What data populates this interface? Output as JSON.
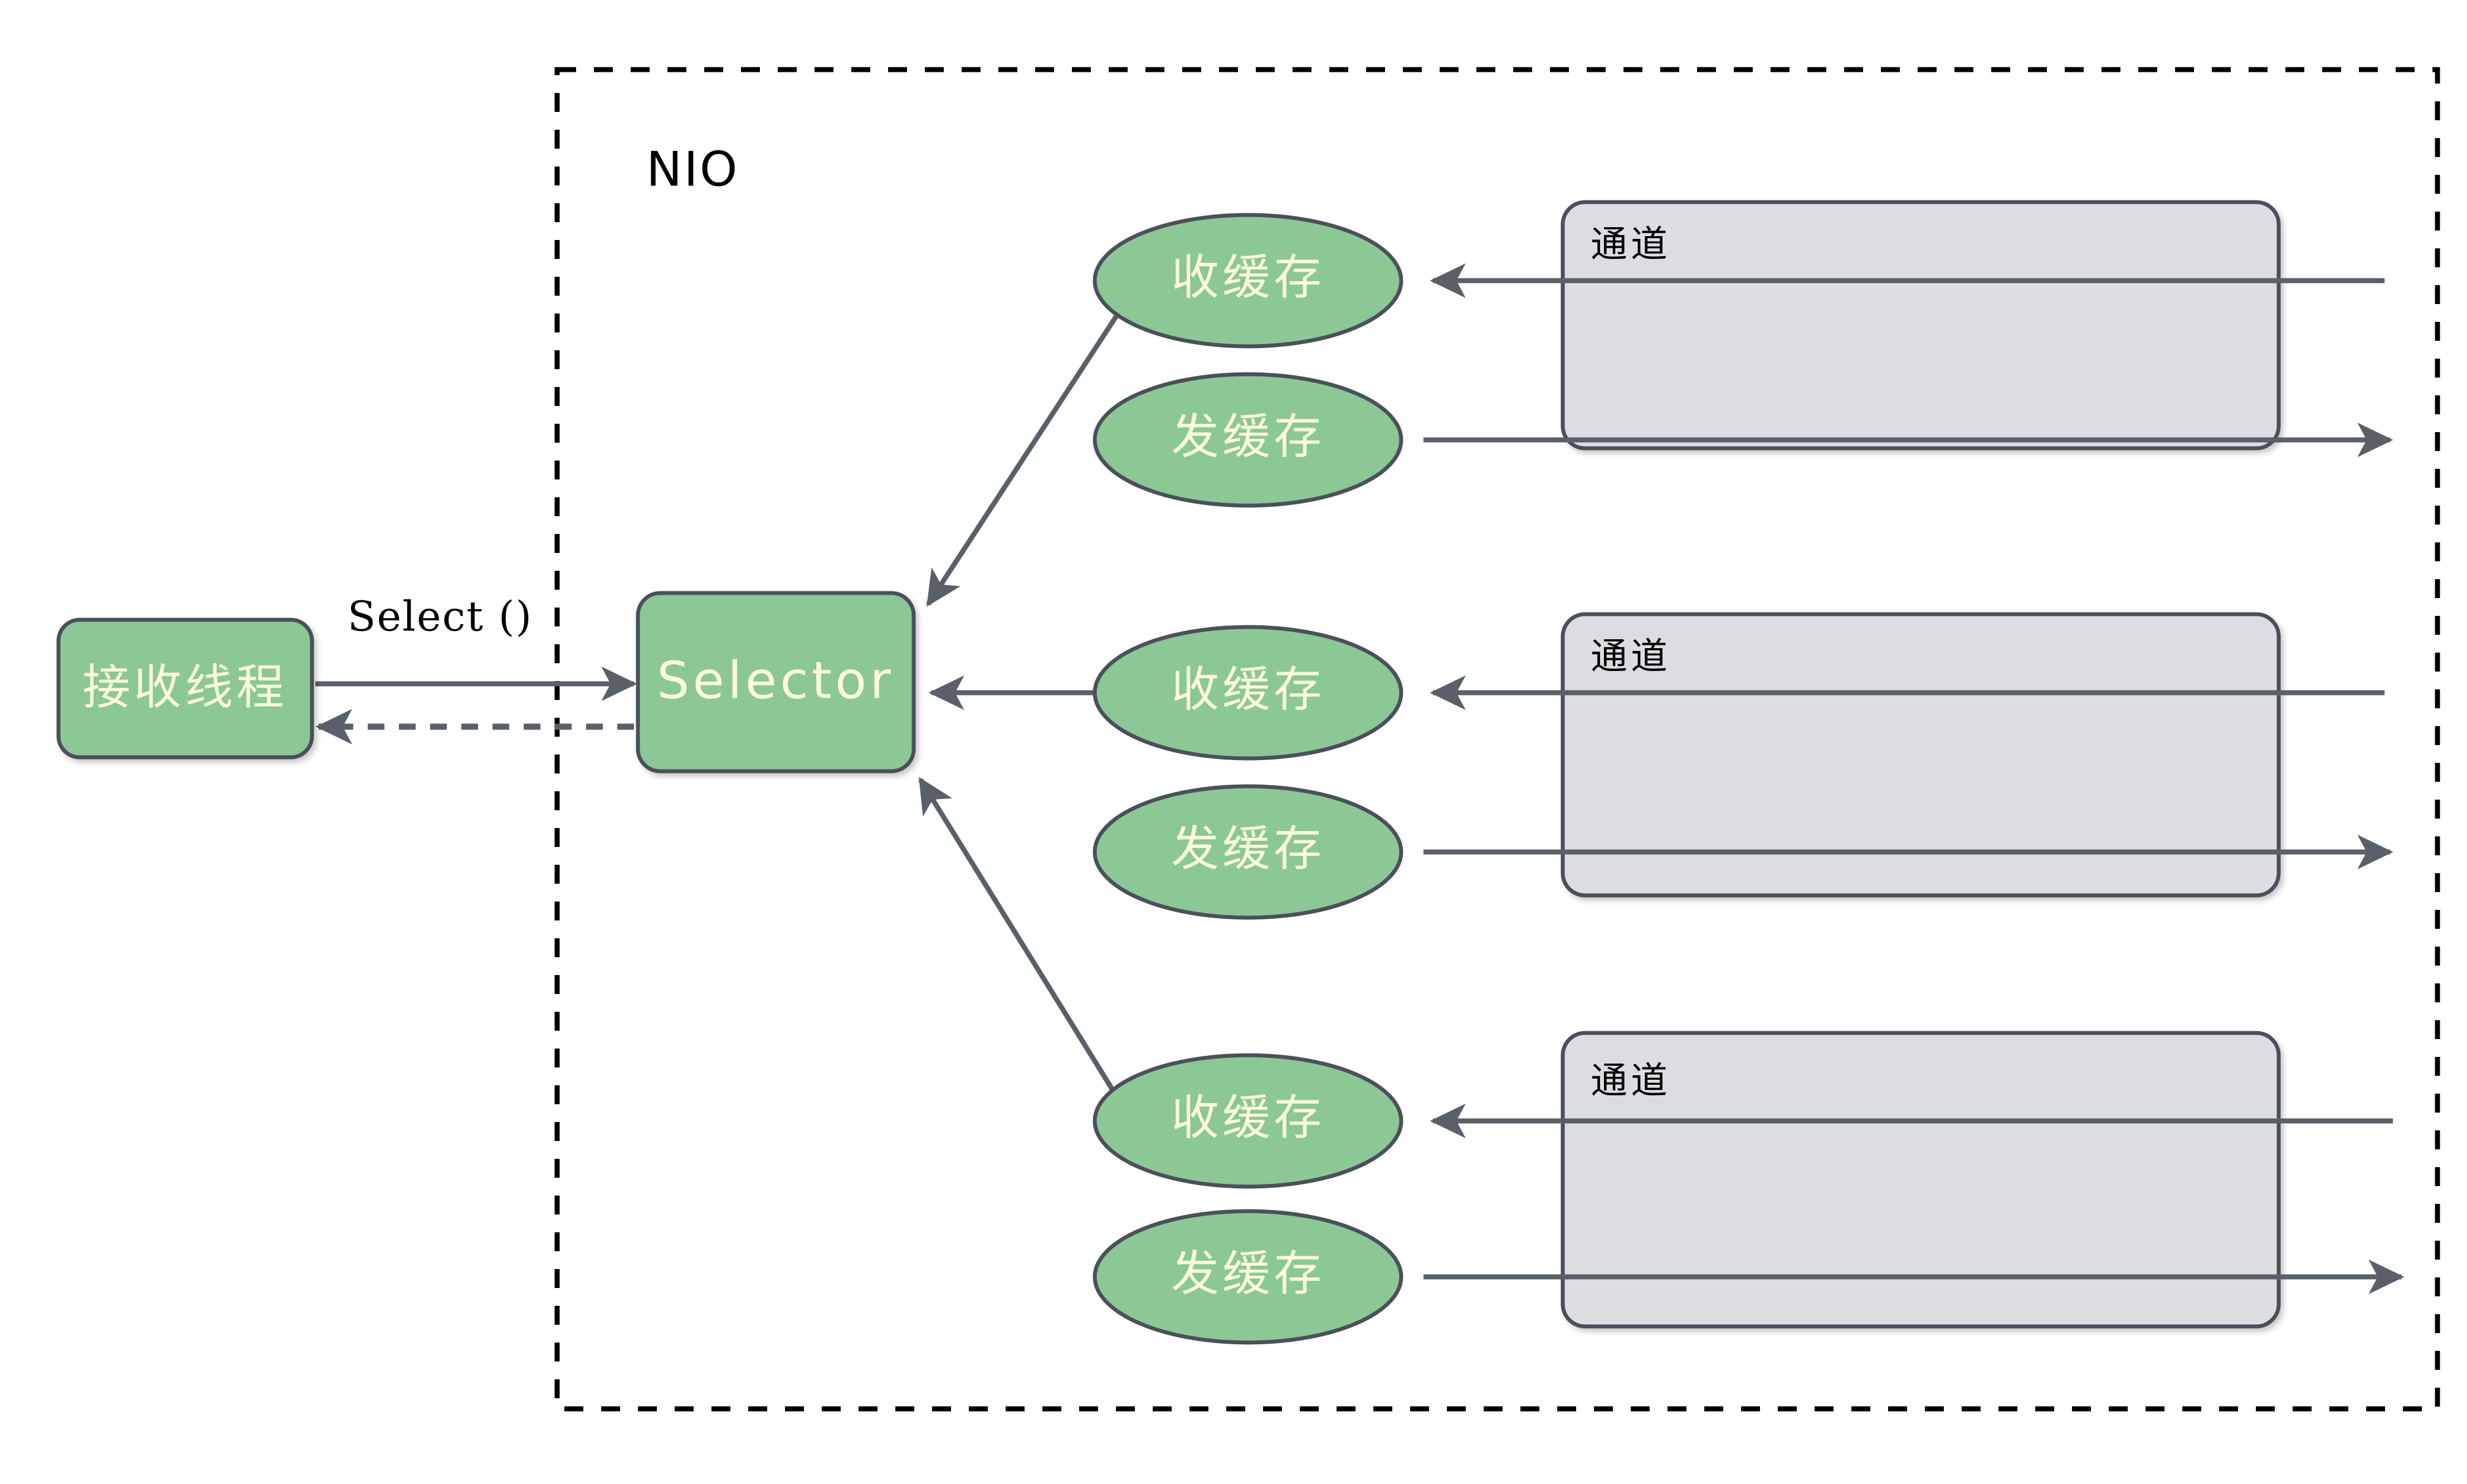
{
  "diagram": {
    "title": "NIO",
    "boundary": {
      "label": "NIO",
      "style": "dashed"
    },
    "colors": {
      "node_green_fill": "#8cc796",
      "node_gray_fill": "#dcdde1",
      "node_stroke": "#4b505b",
      "green_label_text": "#fbfbdb",
      "dark_label_text": "#000000",
      "edge_stroke": "#5a6069",
      "boundary_stroke": "#000000",
      "background": "#ffffff"
    },
    "nodes": {
      "receive_thread": {
        "label": "接收线程",
        "shape": "rounded-rect",
        "fill": "green"
      },
      "selector": {
        "label": "Selector",
        "shape": "rounded-rect",
        "fill": "green"
      }
    },
    "edges": {
      "select_call": {
        "label": "Select ()",
        "style": "solid",
        "direction": "receive-thread-to-selector"
      },
      "select_return": {
        "label": "",
        "style": "dashed",
        "direction": "selector-to-receive-thread"
      }
    },
    "channel_groups": [
      {
        "index": 1,
        "recv_buffer": {
          "label": "收缓存",
          "shape": "ellipse",
          "fill": "green"
        },
        "send_buffer": {
          "label": "发缓存",
          "shape": "ellipse",
          "fill": "green"
        },
        "channel": {
          "label": "通道",
          "shape": "rounded-rect",
          "fill": "gray"
        },
        "recv_edge_to_selector": "diagonal-down-left",
        "recv_edge_from_channel": "arrow-left",
        "send_edge_to_outside": "arrow-right"
      },
      {
        "index": 2,
        "recv_buffer": {
          "label": "收缓存",
          "shape": "ellipse",
          "fill": "green"
        },
        "send_buffer": {
          "label": "发缓存",
          "shape": "ellipse",
          "fill": "green"
        },
        "channel": {
          "label": "通道",
          "shape": "rounded-rect",
          "fill": "gray"
        },
        "recv_edge_to_selector": "horizontal-left",
        "recv_edge_from_channel": "arrow-left",
        "send_edge_to_outside": "arrow-right"
      },
      {
        "index": 3,
        "recv_buffer": {
          "label": "收缓存",
          "shape": "ellipse",
          "fill": "green"
        },
        "send_buffer": {
          "label": "发缓存",
          "shape": "ellipse",
          "fill": "green"
        },
        "channel": {
          "label": "通道",
          "shape": "rounded-rect",
          "fill": "gray"
        },
        "recv_edge_to_selector": "diagonal-up-left",
        "recv_edge_from_channel": "arrow-left",
        "send_edge_to_outside": "arrow-right"
      }
    ]
  }
}
